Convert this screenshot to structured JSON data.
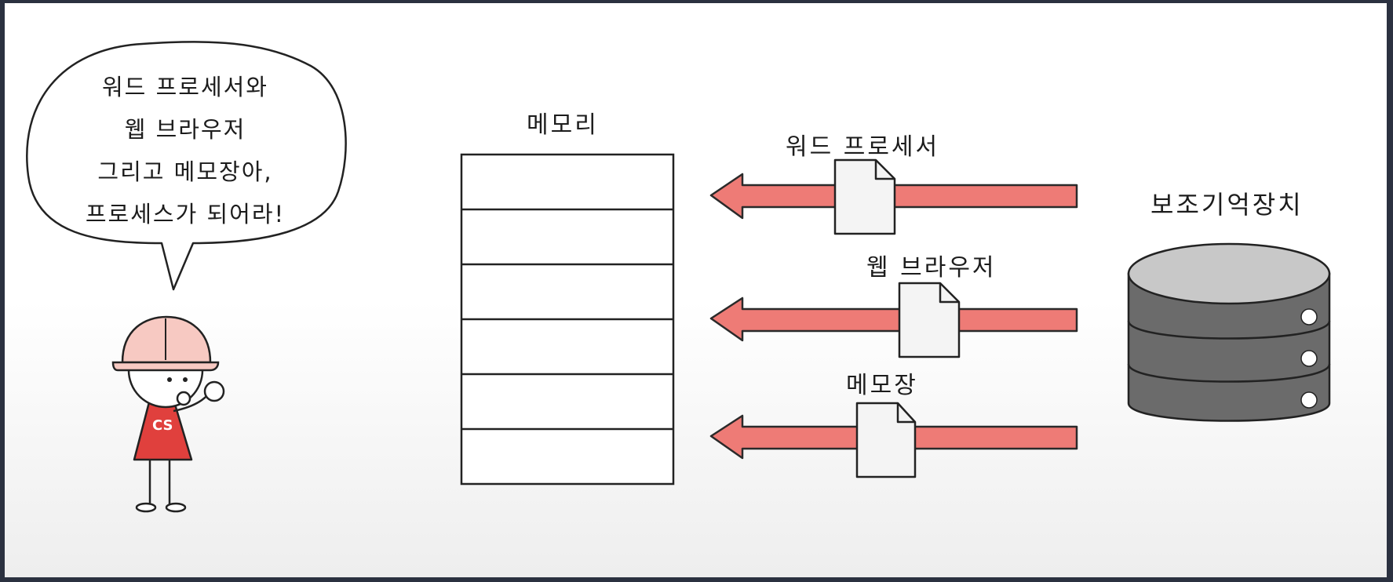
{
  "speech_bubble": {
    "lines": [
      "워드 프로세서와",
      "웹 브라우저",
      "그리고 메모장아,",
      "프로세스가 되어라!"
    ]
  },
  "character": {
    "shirt_text": "CS"
  },
  "memory": {
    "label": "메모리",
    "slots": 6
  },
  "storage": {
    "label": "보조기억장치"
  },
  "programs": [
    {
      "label": "워드 프로세서"
    },
    {
      "label": "웹 브라우저"
    },
    {
      "label": "메모장"
    }
  ],
  "colors": {
    "arrow_fill": "#ee7b76",
    "arrow_outline": "#2a2a2a",
    "shirt": "#e0403d",
    "helmet": "#f7c9c2",
    "disk": "#6b6b6b",
    "disk_top": "#c8c8c8",
    "file": "#f4f4f4"
  }
}
